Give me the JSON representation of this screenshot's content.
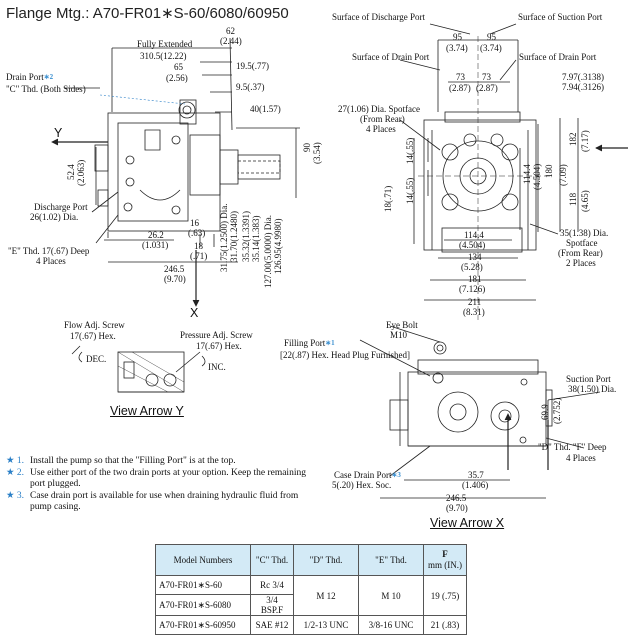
{
  "title": "Flange Mtg.: A70-FR01∗S-60/6080/60950",
  "side_view": {
    "dims": {
      "d62": "62",
      "d62i": "(2.44)",
      "fully_extended": "Fully Extended",
      "d310": "310.5(12.22)",
      "d65": "65",
      "d65i": "(2.56)",
      "d195": "19.5(.77)",
      "d95": "9.5(.37)",
      "d40": "40(1.57)",
      "d90": "90",
      "d90i": "(3.54)",
      "d524": "52.4",
      "d524i": "(2.063)",
      "d262": "26.2",
      "d262i": "(1.031)",
      "d16": "16",
      "d16i": "(.63)",
      "d18": "18",
      "d18i": "(.71)",
      "d2465": "246.5",
      "d2465i": "(9.70)",
      "shaft1": "31.75(1.2500) Dia.",
      "shaft2": "31.70(1.2480)",
      "shaft3": "35.32(1.3391)",
      "shaft4": "35.14(1.383)",
      "pilot1": "127.00(5.0000) Dia.",
      "pilot2": "126.95(4.9980)"
    },
    "labels": {
      "drain_port": "Drain Port",
      "drain_port_star": "∗2",
      "c_thd": "\"C\" Thd. (Both Sides)",
      "y": "Y",
      "x": "X",
      "discharge_port": "Discharge Port",
      "discharge_dia": "26(1.02) Dia.",
      "e_thd": "\"E\" Thd. 17(.67) Deep",
      "e_places": "4 Places"
    }
  },
  "front_view": {
    "labels": {
      "surf_discharge": "Surface of Discharge Port",
      "surf_suction": "Surface of Suction Port",
      "surf_drain": "Surface of Drain Port",
      "spotface27": "27(1.06) Dia. Spotface",
      "from_rear": "(From Rear)",
      "four_places": "4 Places",
      "spotface35": "35(1.38) Dia.",
      "spotface": "Spotface",
      "from_rear2": "(From Rear)",
      "two_places": "2 Places"
    },
    "dims": {
      "d95a": "95",
      "d95ai": "(3.74)",
      "d95b": "95",
      "d95bi": "(3.74)",
      "d73a": "73",
      "d73ai": "(2.87)",
      "d73b": "73",
      "d73bi": "(2.87)",
      "d797": "7.97(.3138)",
      "d794": "7.94(.3126)",
      "d182": "182",
      "d182i": "(7.17)",
      "d180": "180",
      "d180i": "(7.09)",
      "d1144": "114.4",
      "d1144i": "(4.504)",
      "d118": "118",
      "d118i": "(4.65)",
      "d1455a": "14(.55)",
      "d1455b": "14(.55)",
      "d1871": "18(.71)",
      "d1144h": "114.4",
      "d1144hi": "(4.504)",
      "d134": "134",
      "d134i": "(5.28)",
      "d181": "181",
      "d181i": "(7.126)",
      "d211": "211",
      "d211i": "(8.31)"
    }
  },
  "view_y": {
    "flow_adj": "Flow Adj. Screw",
    "flow_hex": "17(.67) Hex.",
    "dec": "DEC.",
    "pressure_adj": "Pressure Adj. Screw",
    "pressure_hex": "17(.67) Hex.",
    "inc": "INC.",
    "caption": "View Arrow Y"
  },
  "view_x": {
    "eye_bolt": "Eye Bolt",
    "m10": "M10",
    "filling_port": "Filling Port",
    "filling_star": "∗1",
    "hex_plug": "[22(.87) Hex. Head Plug Furnished]",
    "suction_port": "Suction Port",
    "suction_dia": "38(1.50) Dia.",
    "d699": "69.9",
    "d699i": "(2.752)",
    "d_thd": "\"D\" Thd. \"F\" Deep",
    "d_places": "4 Places",
    "case_drain": "Case Drain Port",
    "case_star": "∗3",
    "case_soc": "5(.20) Hex. Soc.",
    "d357": "35.7",
    "d357i": "(1.406)",
    "d2465": "246.5",
    "d2465i": "(9.70)",
    "caption": "View Arrow X"
  },
  "notes": [
    {
      "num": "★ 1.",
      "text": "Install the pump so that the \"Filling Port\" is at the top."
    },
    {
      "num": "★ 2.",
      "text": "Use either port of the two drain ports at your option. Keep the remaining port plugged."
    },
    {
      "num": "★ 3.",
      "text": "Case drain port is available for use when draining hydraulic fluid from pump casing."
    }
  ],
  "table": {
    "headers": [
      "Model Numbers",
      "\"C\" Thd.",
      "\"D\" Thd.",
      "\"E\" Thd.",
      "F",
      "mm (IN.)"
    ],
    "rows": [
      {
        "model": "A70-FR01∗S-60",
        "c": "Rc 3/4",
        "d": "M 12",
        "e": "M 10",
        "f": "19 (.75)"
      },
      {
        "model": "A70-FR01∗S-6080",
        "c": "3/4 BSP.F"
      },
      {
        "model": "A70-FR01∗S-60950",
        "c": "SAE #12",
        "d": "1/2-13 UNC",
        "e": "3/8-16 UNC",
        "f": "21 (.83)"
      }
    ]
  }
}
